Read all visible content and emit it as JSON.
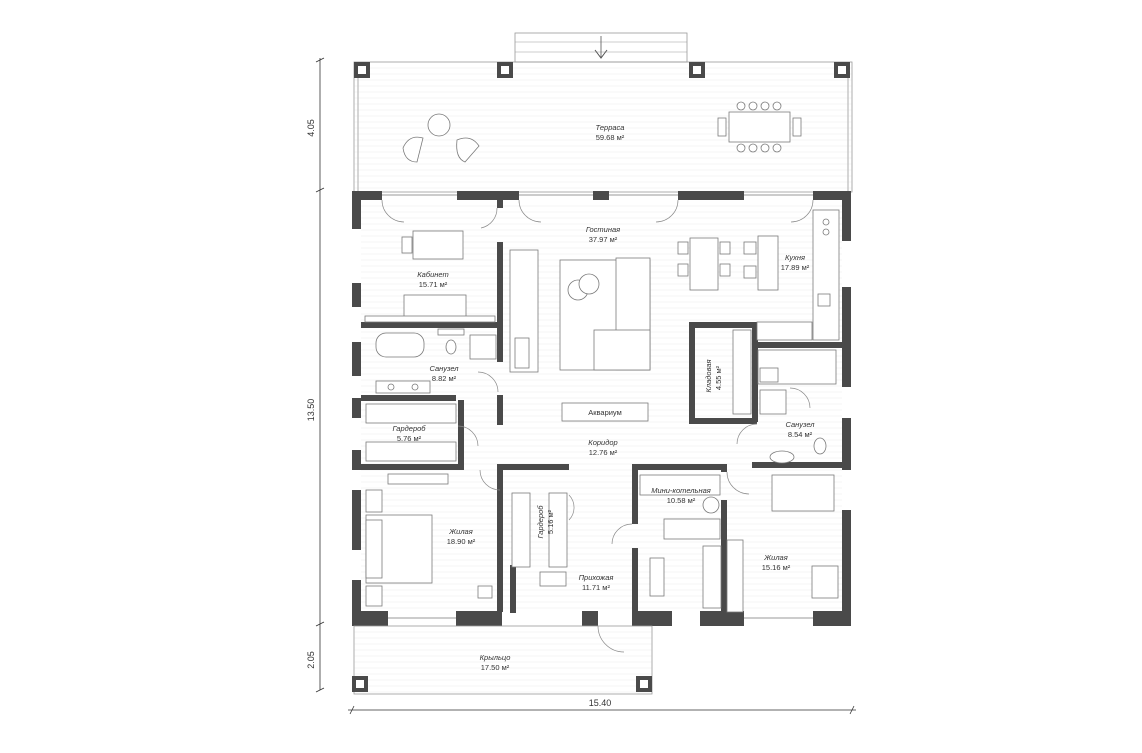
{
  "dimensions": {
    "top_depth": "4.05",
    "main_depth": "13.50",
    "bottom_depth": "2.05",
    "total_width": "15.40"
  },
  "rooms": {
    "terrace": {
      "name": "Терраса",
      "area": "59.68 м²"
    },
    "living": {
      "name": "Гостиная",
      "area": "37.97 м²"
    },
    "kitchen": {
      "name": "Кухня",
      "area": "17.89 м²"
    },
    "office": {
      "name": "Кабинет",
      "area": "15.71 м²"
    },
    "bath1": {
      "name": "Санузел",
      "area": "8.82 м²"
    },
    "pantry": {
      "name": "Кладовая",
      "area": "4.55 м²"
    },
    "bath2": {
      "name": "Санузел",
      "area": "8.54 м²"
    },
    "wardrobe1": {
      "name": "Гардероб",
      "area": "5.76 м²"
    },
    "corridor": {
      "name": "Коридор",
      "area": "12.76 м²"
    },
    "bedroom1": {
      "name": "Жилая",
      "area": "18.90 м²"
    },
    "wardrobe2": {
      "name": "Гардероб",
      "area": "5.16 м²"
    },
    "hall": {
      "name": "Прихожая",
      "area": "11.71 м²"
    },
    "boiler": {
      "name": "Мини-котельная",
      "area": "10.58 м²"
    },
    "bedroom2": {
      "name": "Жилая",
      "area": "15.16 м²"
    },
    "porch": {
      "name": "Крыльцо",
      "area": "17.50 м²"
    }
  },
  "aquarium_label": "Аквариум",
  "colors": {
    "wall": "#4a4a4a",
    "line": "#8a8a8a",
    "text": "#333333"
  }
}
